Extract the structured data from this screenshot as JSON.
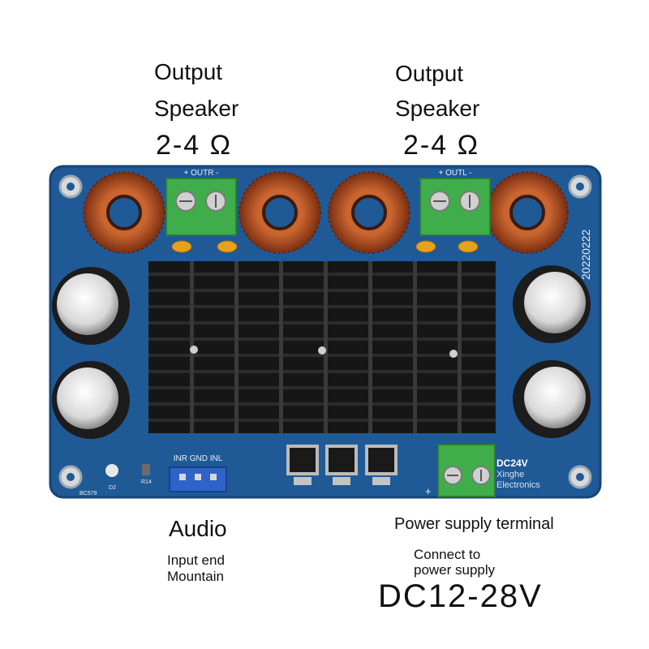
{
  "labels": {
    "left_output_line1": "Output",
    "left_output_line2": "Speaker",
    "left_impedance": "2-4 Ω",
    "right_output_line1": "Output",
    "right_output_line2": "Speaker",
    "right_impedance": "2-4 Ω",
    "audio_title": "Audio",
    "audio_sub1": "Input end",
    "audio_sub2": "Mountain",
    "power_title": "Power supply terminal",
    "power_sub1": "Connect to",
    "power_sub2": "power supply",
    "voltage": "DC12-28V"
  },
  "pcb_text": {
    "date_code": "20220222",
    "dc_label": "DC24V",
    "maker1": "Xinghe",
    "maker2": "Electronics",
    "input_pins": "INR GND INL",
    "outr": "+ OUTR -",
    "outl": "+ OUTL -",
    "plus": "+",
    "d2": "D2",
    "r14": "R14",
    "board_id": "BC579"
  },
  "colors": {
    "pcb": "#1f5a96",
    "heatsink": "#161616",
    "terminal": "#3fae4a",
    "copper": "#b5532a",
    "connector": "#2f63c9"
  }
}
